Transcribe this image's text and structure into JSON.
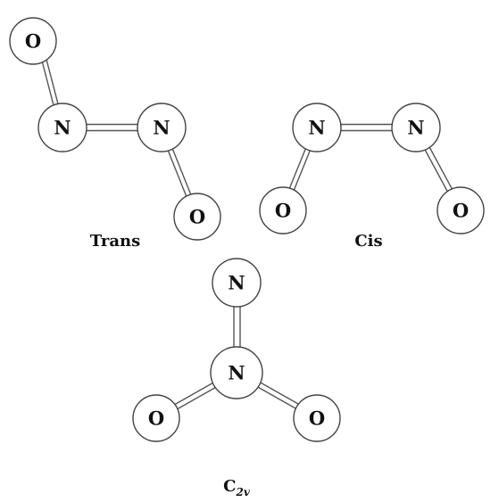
{
  "molecules": {
    "trans": {
      "name": "Trans",
      "atoms": [
        "O",
        "N",
        "N",
        "O"
      ]
    },
    "cis": {
      "name": "Cis",
      "atoms": [
        "N",
        "N",
        "O",
        "O"
      ]
    },
    "c2v": {
      "name": "C",
      "name_subscript": "2v",
      "atoms": [
        "N",
        "N",
        "O",
        "O"
      ]
    }
  }
}
